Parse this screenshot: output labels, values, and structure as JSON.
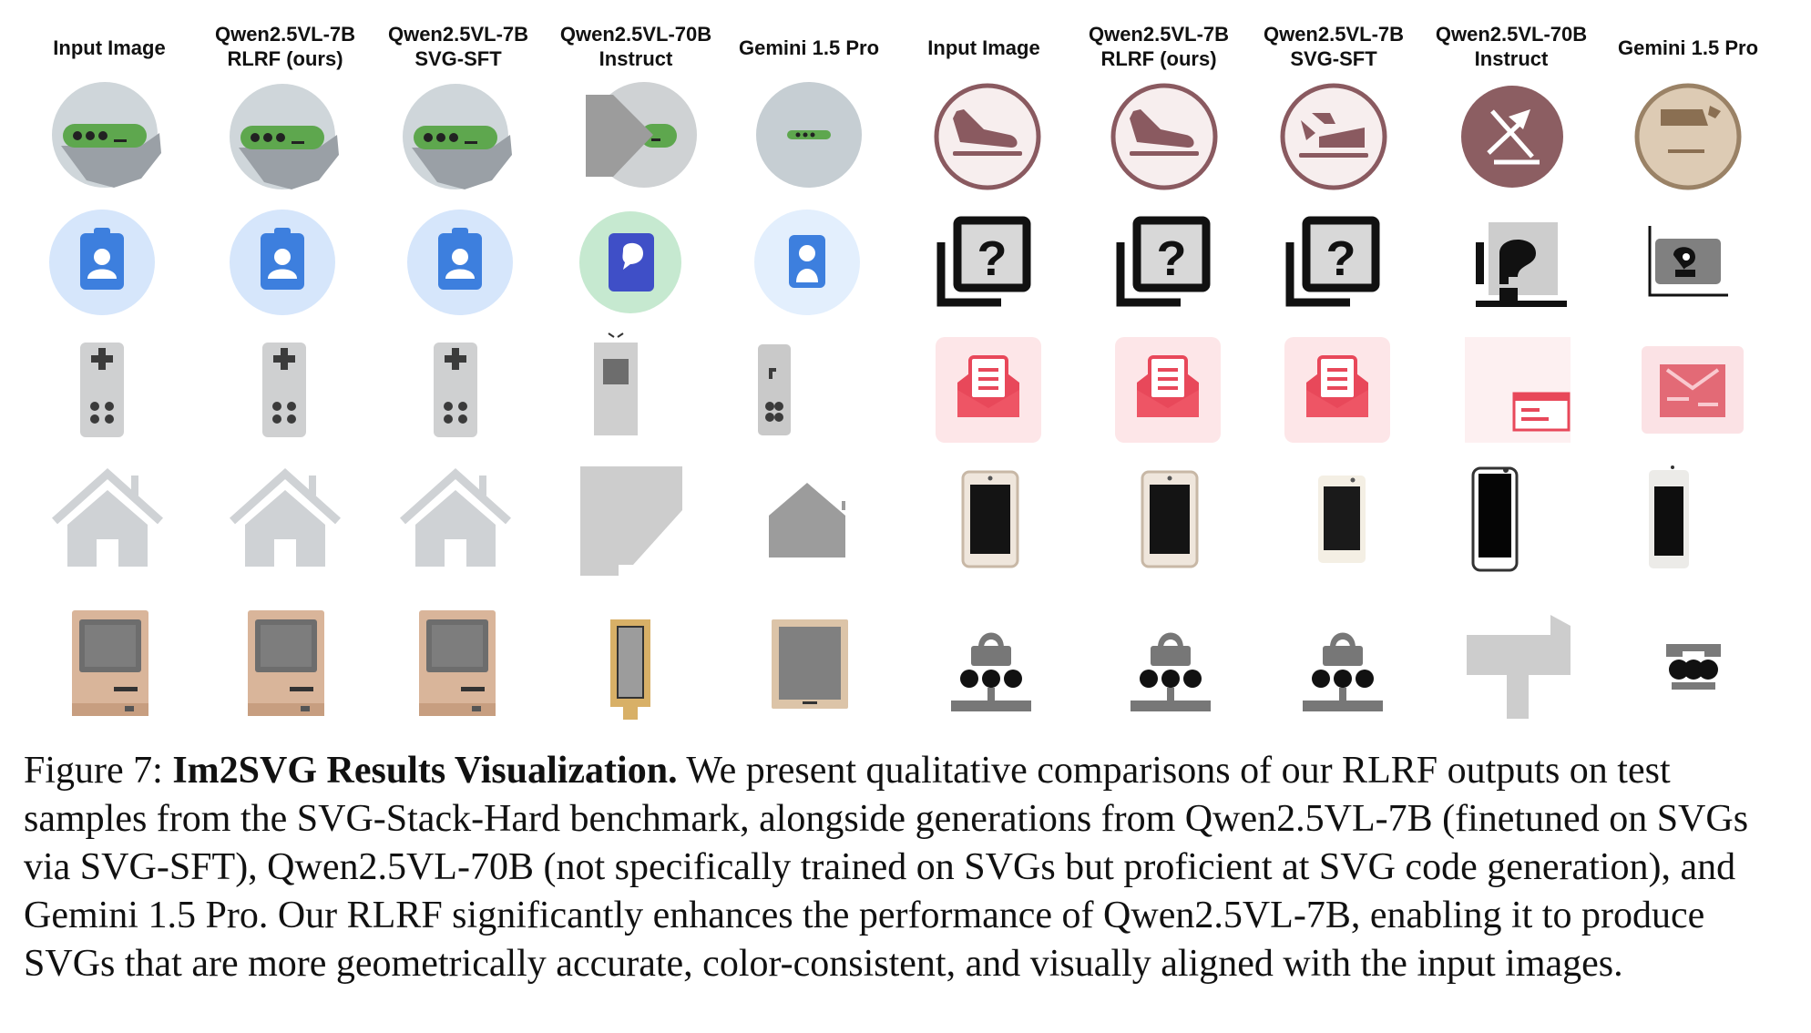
{
  "figure": {
    "headers": [
      "Input Image",
      "Qwen2.5VL-7B|RLRF (ours)",
      "Qwen2.5VL-7B|SVG-SFT",
      "Qwen2.5VL-70B|Instruct",
      "Gemini 1.5 Pro",
      "Input Image",
      "Qwen2.5VL-7B|RLRF (ours)",
      "Qwen2.5VL-7B|SVG-SFT",
      "Qwen2.5VL-70B|Instruct",
      "Gemini 1.5 Pro"
    ],
    "rows": [
      [
        "password-badge-icon",
        "airplane-landing-icon"
      ],
      [
        "contact-card-icon",
        "help-copy-icon"
      ],
      [
        "game-controller-icon",
        "mail-open-icon"
      ],
      [
        "house-icon",
        "smartphone-icon"
      ],
      [
        "retro-computer-icon",
        "network-lock-icon"
      ]
    ]
  },
  "caption": {
    "label": "Figure 7: ",
    "title": "Im2SVG Results Visualization.",
    "body": " We present qualitative comparisons of our RLRF outputs on test samples from the SVG-Stack-Hard benchmark, alongside generations from Qwen2.5VL-7B (finetuned on SVGs via SVG-SFT), Qwen2.5VL-70B (not specifically trained on SVGs but proficient at SVG code generation), and Gemini 1.5 Pro. Our RLRF significantly enhances the performance of Qwen2.5VL-7B, enabling it to produce SVGs that are more geometrically accurate, color-consistent, and visually aligned with the input images."
  }
}
